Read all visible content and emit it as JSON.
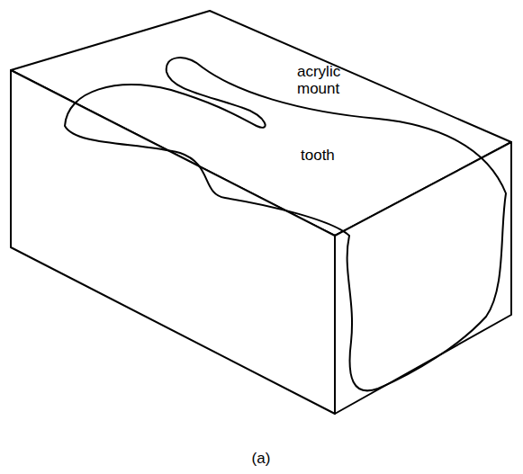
{
  "diagram": {
    "labels": [
      "acrylic mount",
      "tooth",
      "(a)"
    ]
  }
}
